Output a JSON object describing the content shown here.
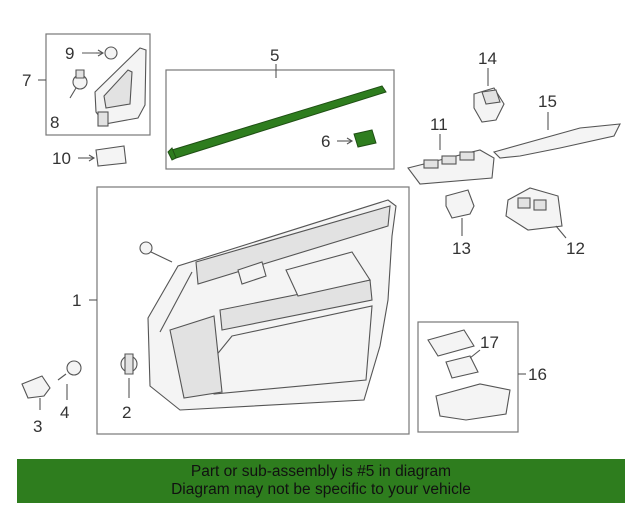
{
  "callouts": {
    "c1": "1",
    "c2": "2",
    "c3": "3",
    "c4": "4",
    "c5": "5",
    "c6": "6",
    "c7": "7",
    "c8": "8",
    "c9": "9",
    "c10": "10",
    "c11": "11",
    "c12": "12",
    "c13": "13",
    "c14": "14",
    "c15": "15",
    "c16": "16",
    "c17": "17"
  },
  "banner": {
    "line1": "Part or sub-assembly is #5 in diagram",
    "line2": "Diagram may not be specific to your vehicle"
  },
  "colors": {
    "banner_bg": "#2e7d1e",
    "highlight_part": "#2e7d1e"
  }
}
